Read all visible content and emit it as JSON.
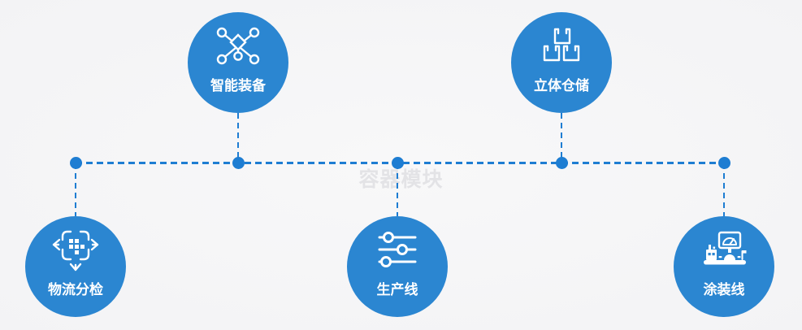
{
  "watermark": {
    "text": "容器模块"
  },
  "colors": {
    "node_fill": "#2b86d1",
    "connector": "#1e7dd2",
    "icon_color": "#ffffff",
    "label_color": "#ffffff",
    "watermark_color": "#e3e3e6",
    "page_bg": "#f5f5f6"
  },
  "diagram": {
    "nodes": [
      {
        "id": "smart-equipment",
        "label": "智能装备",
        "icon": "network-nodes-icon",
        "row": "top"
      },
      {
        "id": "stereo-warehouse",
        "label": "立体仓储",
        "icon": "stacked-boxes-icon",
        "row": "top"
      },
      {
        "id": "logistics-sorting",
        "label": "物流分检",
        "icon": "sorting-arrows-icon",
        "row": "bottom"
      },
      {
        "id": "production-line",
        "label": "生产线",
        "icon": "sliders-icon",
        "row": "bottom"
      },
      {
        "id": "painting-line",
        "label": "涂装线",
        "icon": "control-console-icon",
        "row": "bottom"
      }
    ]
  }
}
